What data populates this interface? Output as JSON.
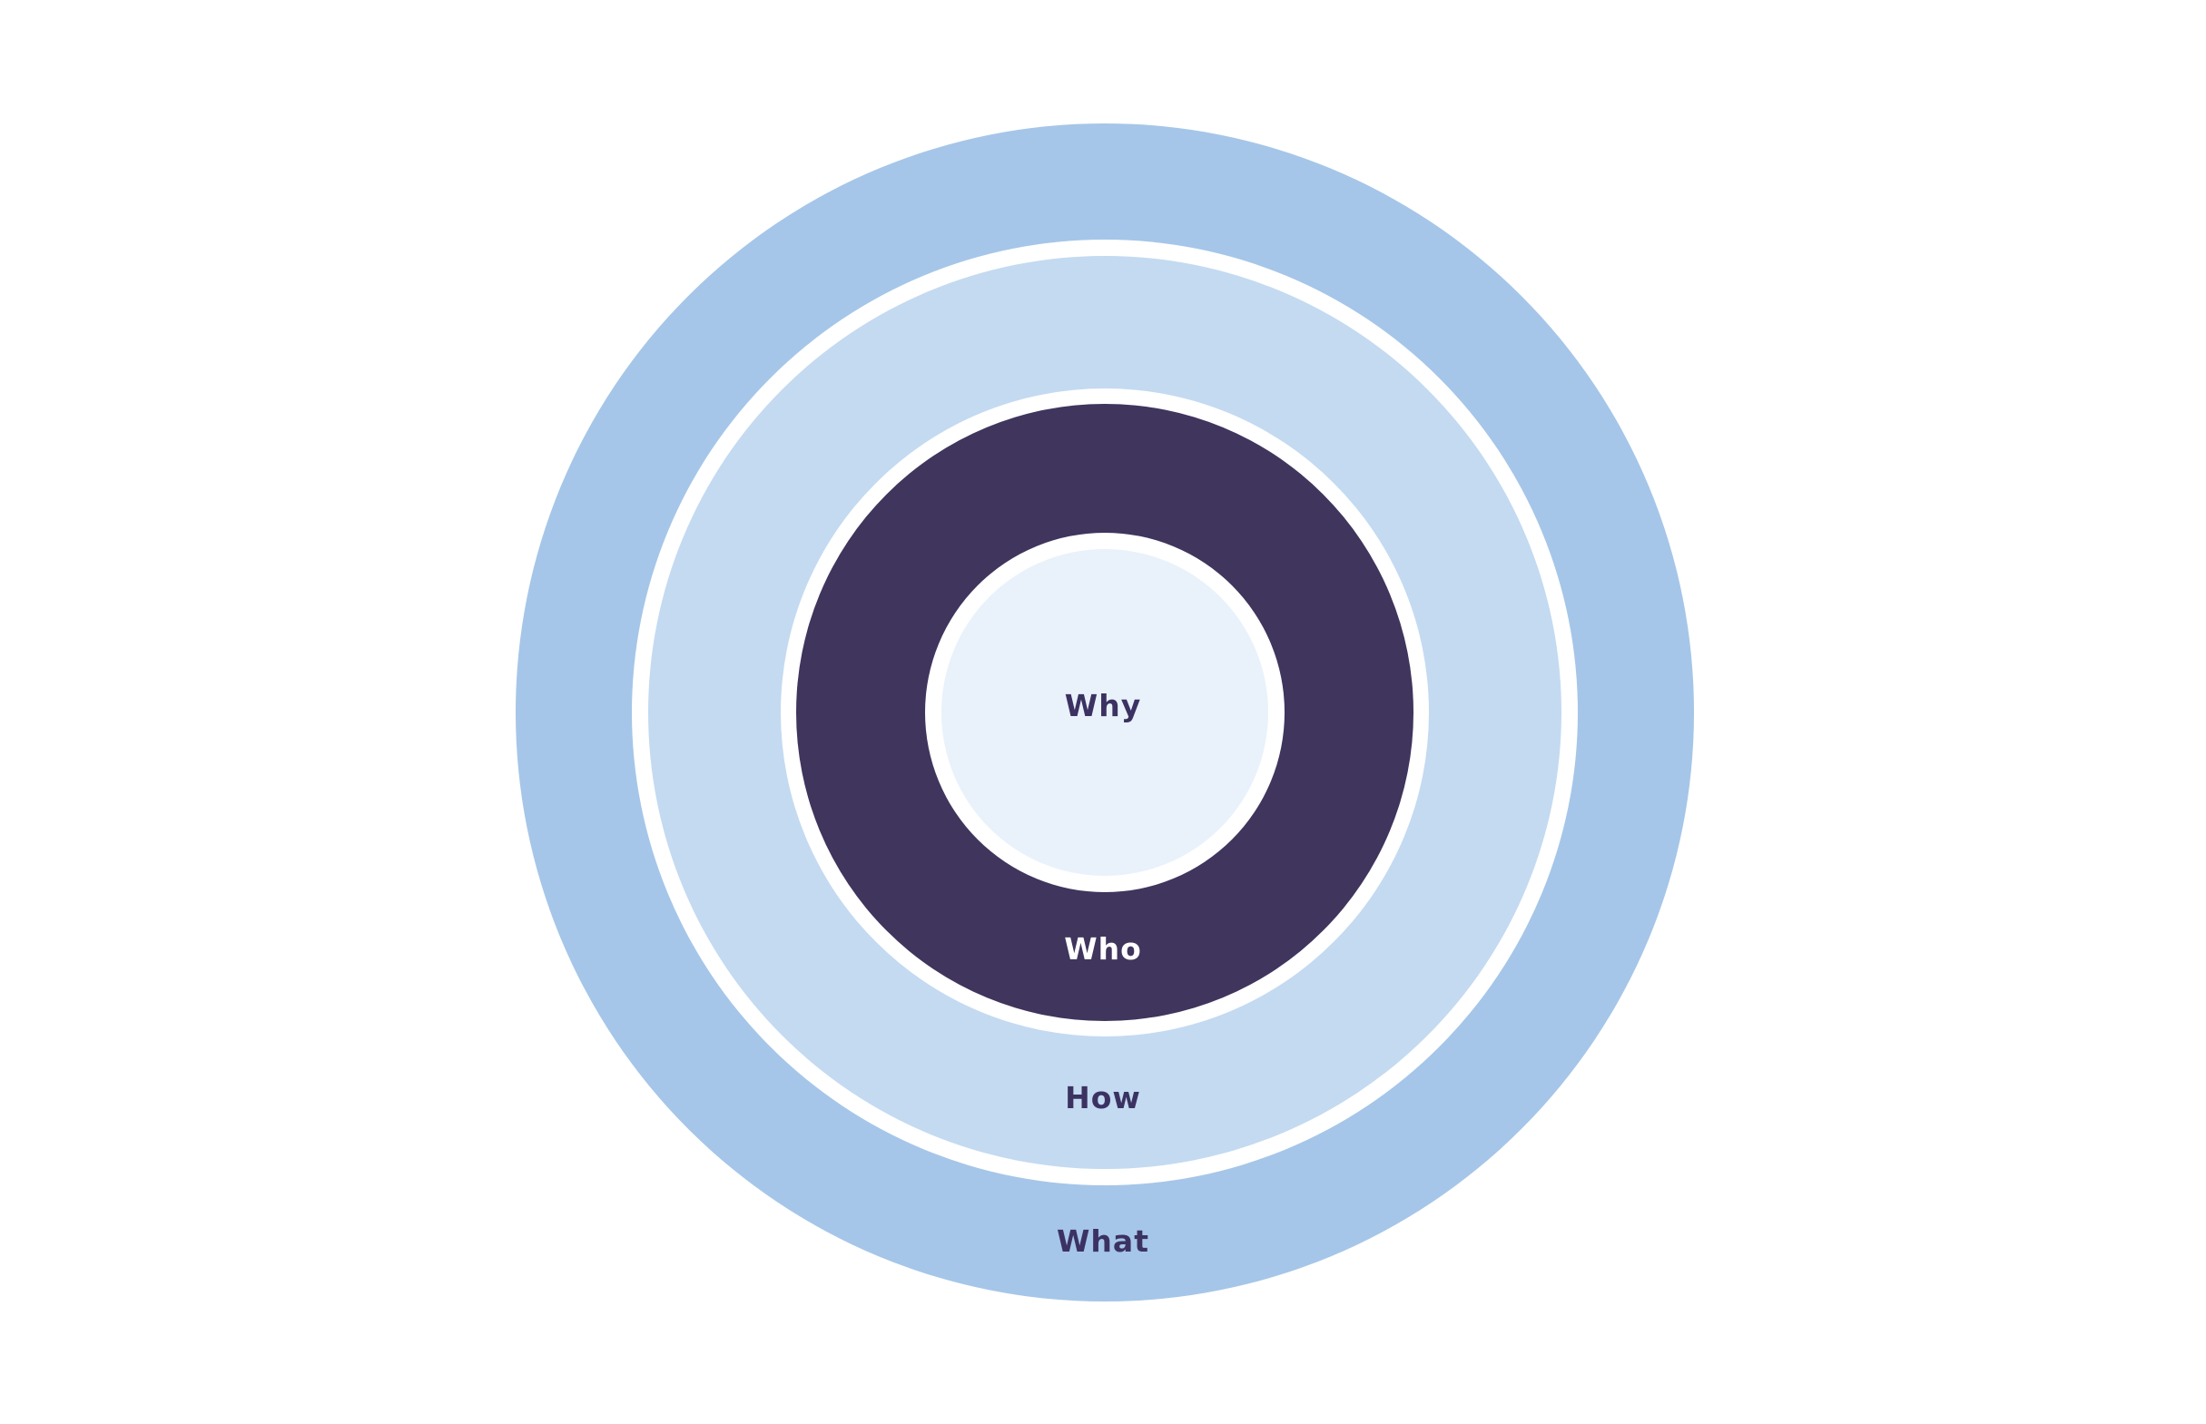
{
  "colors": {
    "background": "#ffffff",
    "what_ring": "#a5c6e8",
    "how_ring": "#c3daf1",
    "who_ring": "#3f355d",
    "why_ring": "#e9f2fa",
    "separator": "#ffffff",
    "dark_text": "#3b3262",
    "light_text": "#ffffff"
  },
  "rings": [
    {
      "key": "what",
      "label": "What"
    },
    {
      "key": "how",
      "label": "How"
    },
    {
      "key": "who",
      "label": "Who"
    },
    {
      "key": "why",
      "label": "Why"
    }
  ]
}
